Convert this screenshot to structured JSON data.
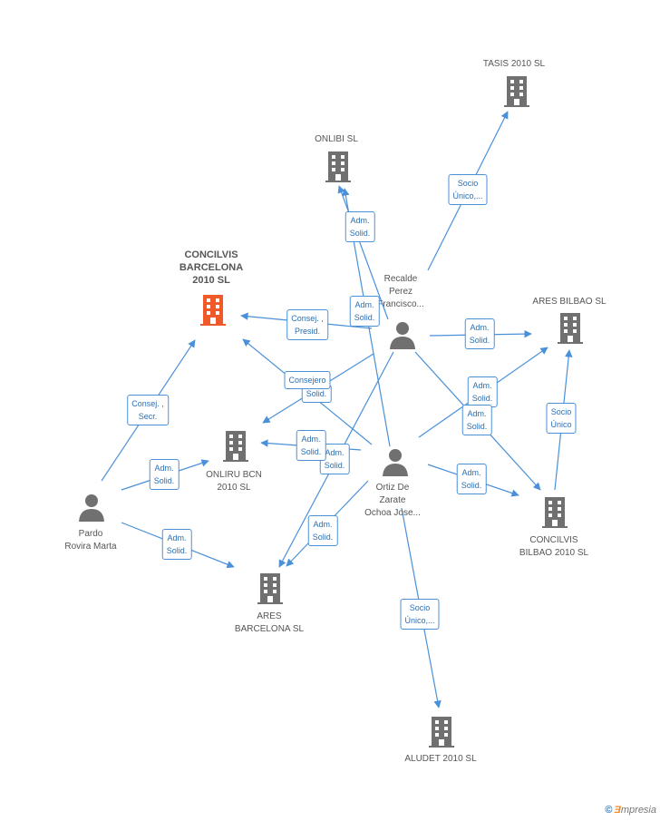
{
  "colors": {
    "edge": "#4a90d9",
    "building": "#707070",
    "building_main": "#f05a28",
    "person": "#707070"
  },
  "nodes": {
    "tasis": "TASIS 2010 SL",
    "onlibi": "ONLIBI SL",
    "concilvis_bcn": "CONCILVIS\nBARCELONA\n2010 SL",
    "ares_bilbao": "ARES BILBAO SL",
    "recalde": "Recalde\nPerez\nFrancisco...",
    "onliru": "ONLIRU BCN\n2010 SL",
    "ortiz": "Ortiz De\nZarate\nOchoa Jose...",
    "concilvis_bilbao": "CONCILVIS\nBILBAO 2010 SL",
    "pardo": "Pardo\nRovira Marta",
    "ares_bcn": "ARES\nBARCELONA SL",
    "aludet": "ALUDET 2010 SL"
  },
  "edge_labels": {
    "socio_unico_tasis": "Socio\nÚnico,...",
    "adm_onlibi_1": "Adm.\nSolid.",
    "adm_onlibi_2": "Adm.\nSolid.",
    "consej_presid": "Consej. ,\nPresid.",
    "adm_ares_bilbao": "Adm.\nSolid.",
    "consejero": "Consejero",
    "solid_bg": "Solid.",
    "consej_secr": "Consej. ,\nSecr.",
    "adm_bilbao_2": "Adm.\nSolid.",
    "adm_bilbao_3": "Adm.\nSolid.",
    "socio_unico_cb": "Socio\nÚnico",
    "adm_onliru_ortiz": "Adm.\nSolid.",
    "adm_onliru_recalde": "Adm.\nSolid.",
    "adm_onliru_pardo": "Adm.\nSolid.",
    "adm_concilvis_bilbao": "Adm.\nSolid.",
    "adm_ares_bcn_ortiz": "Adm.\nSolid.",
    "adm_ares_bcn_pardo": "Adm.\nSolid.",
    "socio_unico_aludet": "Socio\nÚnico,..."
  },
  "footer": {
    "copyright": "©",
    "brand_e": "Ǝ",
    "brand_rest": "mpresia"
  }
}
